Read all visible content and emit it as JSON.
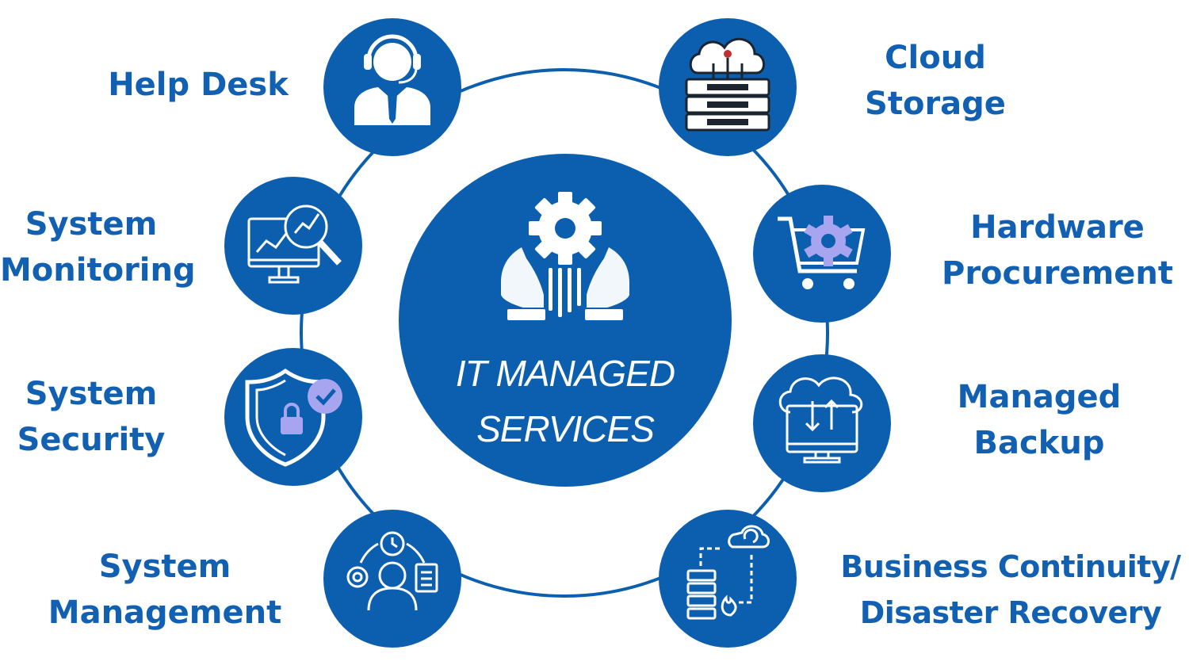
{
  "colors": {
    "primary": "#0c5fae",
    "white": "#ffffff",
    "accent": "#a8a5f0",
    "label": "#1160b2"
  },
  "center": {
    "line1": "IT MANAGED",
    "line2": "SERVICES",
    "icon": "gear-in-hands-icon"
  },
  "services": {
    "help_desk": {
      "line1": "Help Desk",
      "icon": "headset-agent-icon"
    },
    "cloud_storage": {
      "line1": "Cloud",
      "line2": "Storage",
      "icon": "cloud-server-icon"
    },
    "system_monitoring": {
      "line1": "System",
      "line2": "Monitoring",
      "icon": "monitor-analytics-icon"
    },
    "hardware_procurement": {
      "line1": "Hardware",
      "line2": "Procurement",
      "icon": "cart-gear-icon"
    },
    "system_security": {
      "line1": "System",
      "line2": "Security",
      "icon": "shield-lock-icon"
    },
    "managed_backup": {
      "line1": "Managed",
      "line2": "Backup",
      "icon": "cloud-sync-monitor-icon"
    },
    "system_management": {
      "line1": "System",
      "line2": "Management",
      "icon": "user-gear-clipboard-icon"
    },
    "business_continuity": {
      "line1": "Business Continuity/",
      "line2": "Disaster Recovery",
      "icon": "server-fire-cloud-icon"
    }
  }
}
